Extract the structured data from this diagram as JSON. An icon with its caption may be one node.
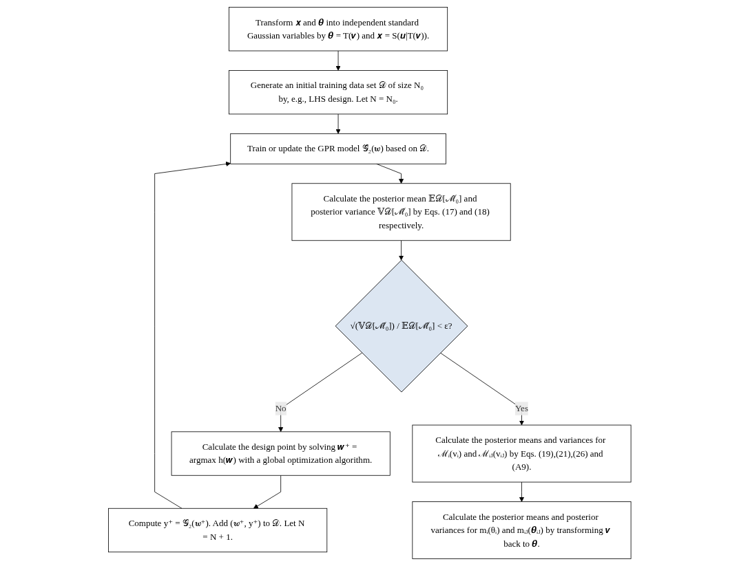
{
  "diagram": {
    "nodes": [
      {
        "text": [
          "Transform 𝒙 and 𝜽 into independent standard Gaussian variables by 𝜽 = T(𝒗) and 𝒙 = S(𝒖|T(𝒗))."
        ]
      },
      {
        "text": [
          "Generate an initial training data set 𝒟 of size N₀ by, e.g., LHS design. Let N = N₀."
        ]
      },
      {
        "text": [
          "Train or update the GPR model 𝒢̂₂(𝒘) based on 𝒟."
        ]
      },
      {
        "text": [
          "Compute y⁺ = 𝒢₂(𝒘⁺). Add (𝒘⁺, y⁺) to 𝒟. Let N = N + 1."
        ]
      },
      {
        "text": [
          "Calculate the posterior mean 𝔼𝒟[ℳ̂₀] and posterior variance 𝕍𝒟[ℳ̂₀] by Eqs. (17) and (18) respectively."
        ]
      },
      {
        "text": [
          "√(𝕍𝒟[ℳ̂₀]) / 𝔼𝒟[ℳ̂₀] < ε?"
        ]
      },
      {
        "text": [
          "Calculate the design point by solving 𝒘⁺ = argmax h(𝒘) with a global optimization algorithm."
        ]
      },
      {
        "text": [
          "Calculate the posterior means and variances for ℳᵢ(vᵢ) and ℳᵢⱼ(vᵢⱼ) by Eqs. (19),(21),(26) and (A9)."
        ]
      },
      {
        "text": [
          "Calculate the posterior means and posterior variances for mᵢ(θᵢ) and mᵢⱼ(𝜽ᵢⱼ) by transforming 𝒗 back to 𝜽."
        ]
      }
    ],
    "edges": [
      {
        "from": 0,
        "to": 1,
        "arrow": "to"
      },
      {
        "from": 1,
        "to": 2,
        "arrow": "to"
      },
      {
        "from": 2,
        "to": 4,
        "arrow": "to"
      },
      {
        "from": 4,
        "to": 5,
        "arrow": "to"
      },
      {
        "from": 5,
        "to": 6,
        "arrow": "to",
        "label": "No"
      },
      {
        "from": 6,
        "to": 3,
        "arrow": "to"
      },
      {
        "from": 3,
        "to": 2,
        "arrow": "to"
      },
      {
        "from": 5,
        "to": 7,
        "arrow": "to",
        "label": "Yes"
      },
      {
        "from": 7,
        "to": 8,
        "arrow": "to"
      }
    ]
  }
}
